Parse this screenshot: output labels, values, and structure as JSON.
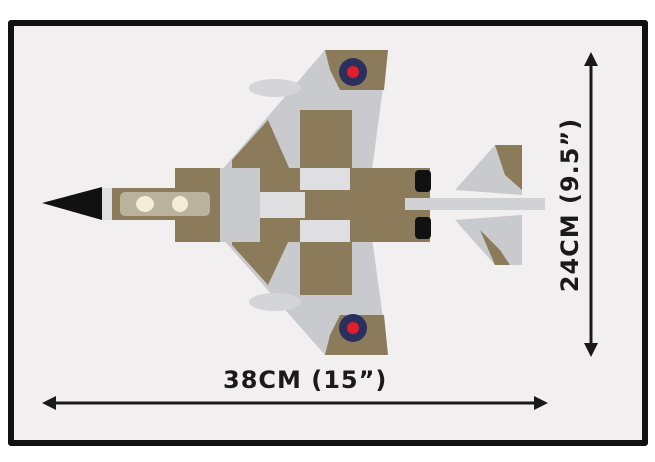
{
  "product": {
    "subject": "jet-fighter-model-top-view"
  },
  "dimensions": {
    "length_label": "38CM (15”)",
    "height_label": "24CM (9.5”)"
  },
  "colors": {
    "tan": "#8b7b5b",
    "grey": "#c9cacd",
    "light_grey": "#dfdfe1",
    "roundel_blue": "#2b2f5e",
    "roundel_red": "#e0202a",
    "frame": "#111111"
  }
}
